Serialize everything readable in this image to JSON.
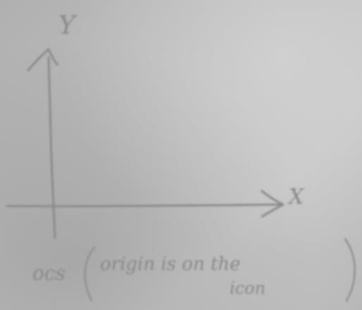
{
  "sketch": {
    "y_label": "Y",
    "x_label": "X",
    "caption_prefix": "ocs",
    "caption_note_line1": "origin is on the",
    "caption_note_line2": "icon",
    "pencil_color": "#8c8c8c",
    "paper_color": "#bdbdbd"
  }
}
